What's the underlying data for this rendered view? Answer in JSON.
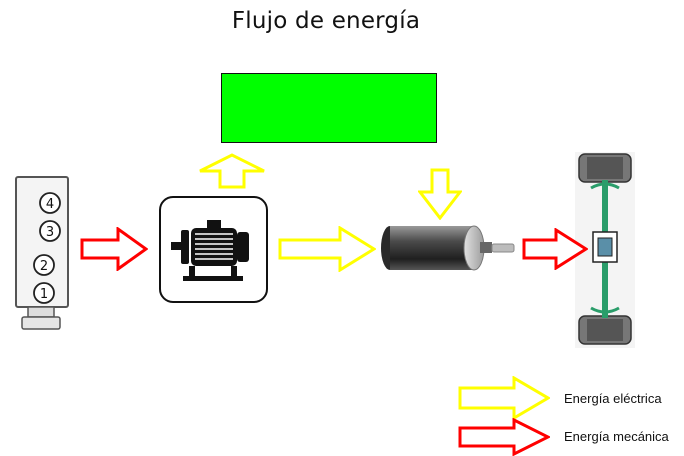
{
  "title": "Flujo de energía",
  "colors": {
    "storage_box": "#00ff00",
    "electric_arrow": "#ffff00",
    "mechanical_arrow": "#ff0000"
  },
  "engine": {
    "cylinders": [
      "1",
      "2",
      "3",
      "4"
    ]
  },
  "legend": {
    "electric_label": "Energía eléctrica",
    "mechanical_label": "Energía mecánica"
  }
}
